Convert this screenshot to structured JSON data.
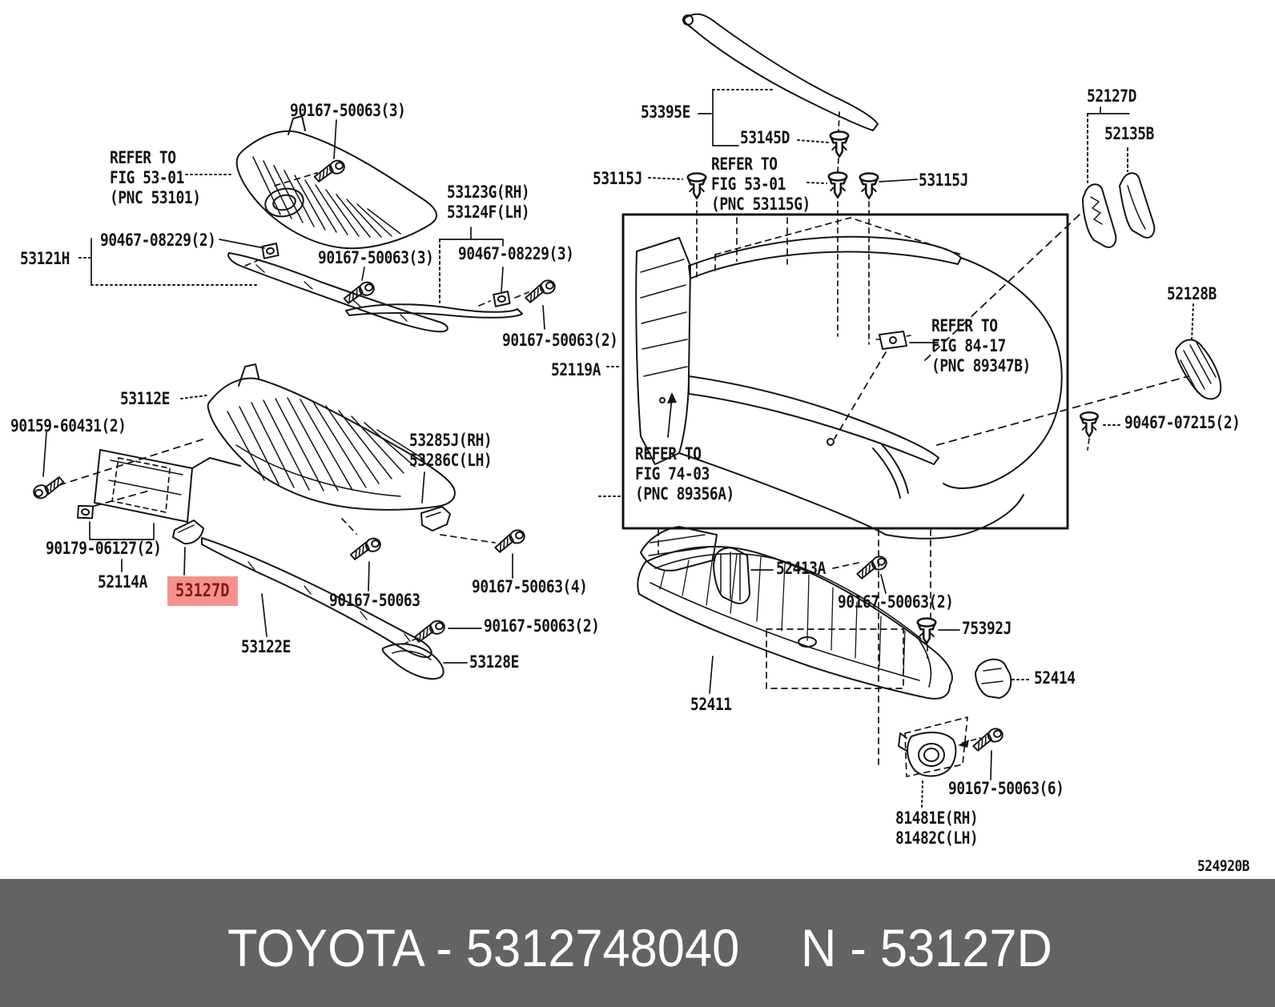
{
  "diagram": {
    "code": "524920B",
    "refer_notes": {
      "pnc_53101": "REFER TO\nFIG 53-01\n(PNC 53101)",
      "pnc_53115g": "REFER TO\nFIG 53-01\n(PNC 53115G)",
      "pnc_89347b": "REFER TO\nFIG 84-17\n(PNC 89347B)",
      "pnc_89356a": "REFER TO\nFIG 74-03\n(PNC 89356A)"
    },
    "parts": {
      "p90167_50063_3a": "90167-50063(3)",
      "p90467_08229_2": "90467-08229(2)",
      "p53121h": "53121H",
      "p90167_50063_3b": "90167-50063(3)",
      "p53123g_53124f": "53123G(RH)\n53124F(LH)",
      "p90467_08229_3": "90467-08229(3)",
      "p90167_50063_2a": "90167-50063(2)",
      "p53395e": "53395E",
      "p53145d": "53145D",
      "p53115j_l": "53115J",
      "p53115j_r": "53115J",
      "p52127d": "52127D",
      "p52135b": "52135B",
      "p52128b": "52128B",
      "p90467_07215_2": "90467-07215(2)",
      "p52119a": "52119A",
      "p53112e": "53112E",
      "p90159_60431_2": "90159-60431(2)",
      "p90179_06127_2": "90179-06127(2)",
      "p52114a": "52114A",
      "p53127d": "53127D",
      "p90167_50063": "90167-50063",
      "p53122e": "53122E",
      "p53285j_53286c": "53285J(RH)\n53286C(LH)",
      "p90167_50063_4": "90167-50063(4)",
      "p90167_50063_2b": "90167-50063(2)",
      "p53128e": "53128E",
      "p52413a": "52413A",
      "p90167_50063_2c": "90167-50063(2)",
      "p75392j": "75392J",
      "p52411": "52411",
      "p52414": "52414",
      "p90167_50063_6": "90167-50063(6)",
      "p81481e_81482c": "81481E(RH)\n81482C(LH)"
    },
    "highlight": {
      "part": "53127D",
      "bg": "#f4918d",
      "fg": "#7e1d14"
    }
  },
  "banner": {
    "left_text": "TOYOTA - 5312748040",
    "right_text": "N - 53127D",
    "bg": "#636363",
    "fg": "#ffffff"
  }
}
